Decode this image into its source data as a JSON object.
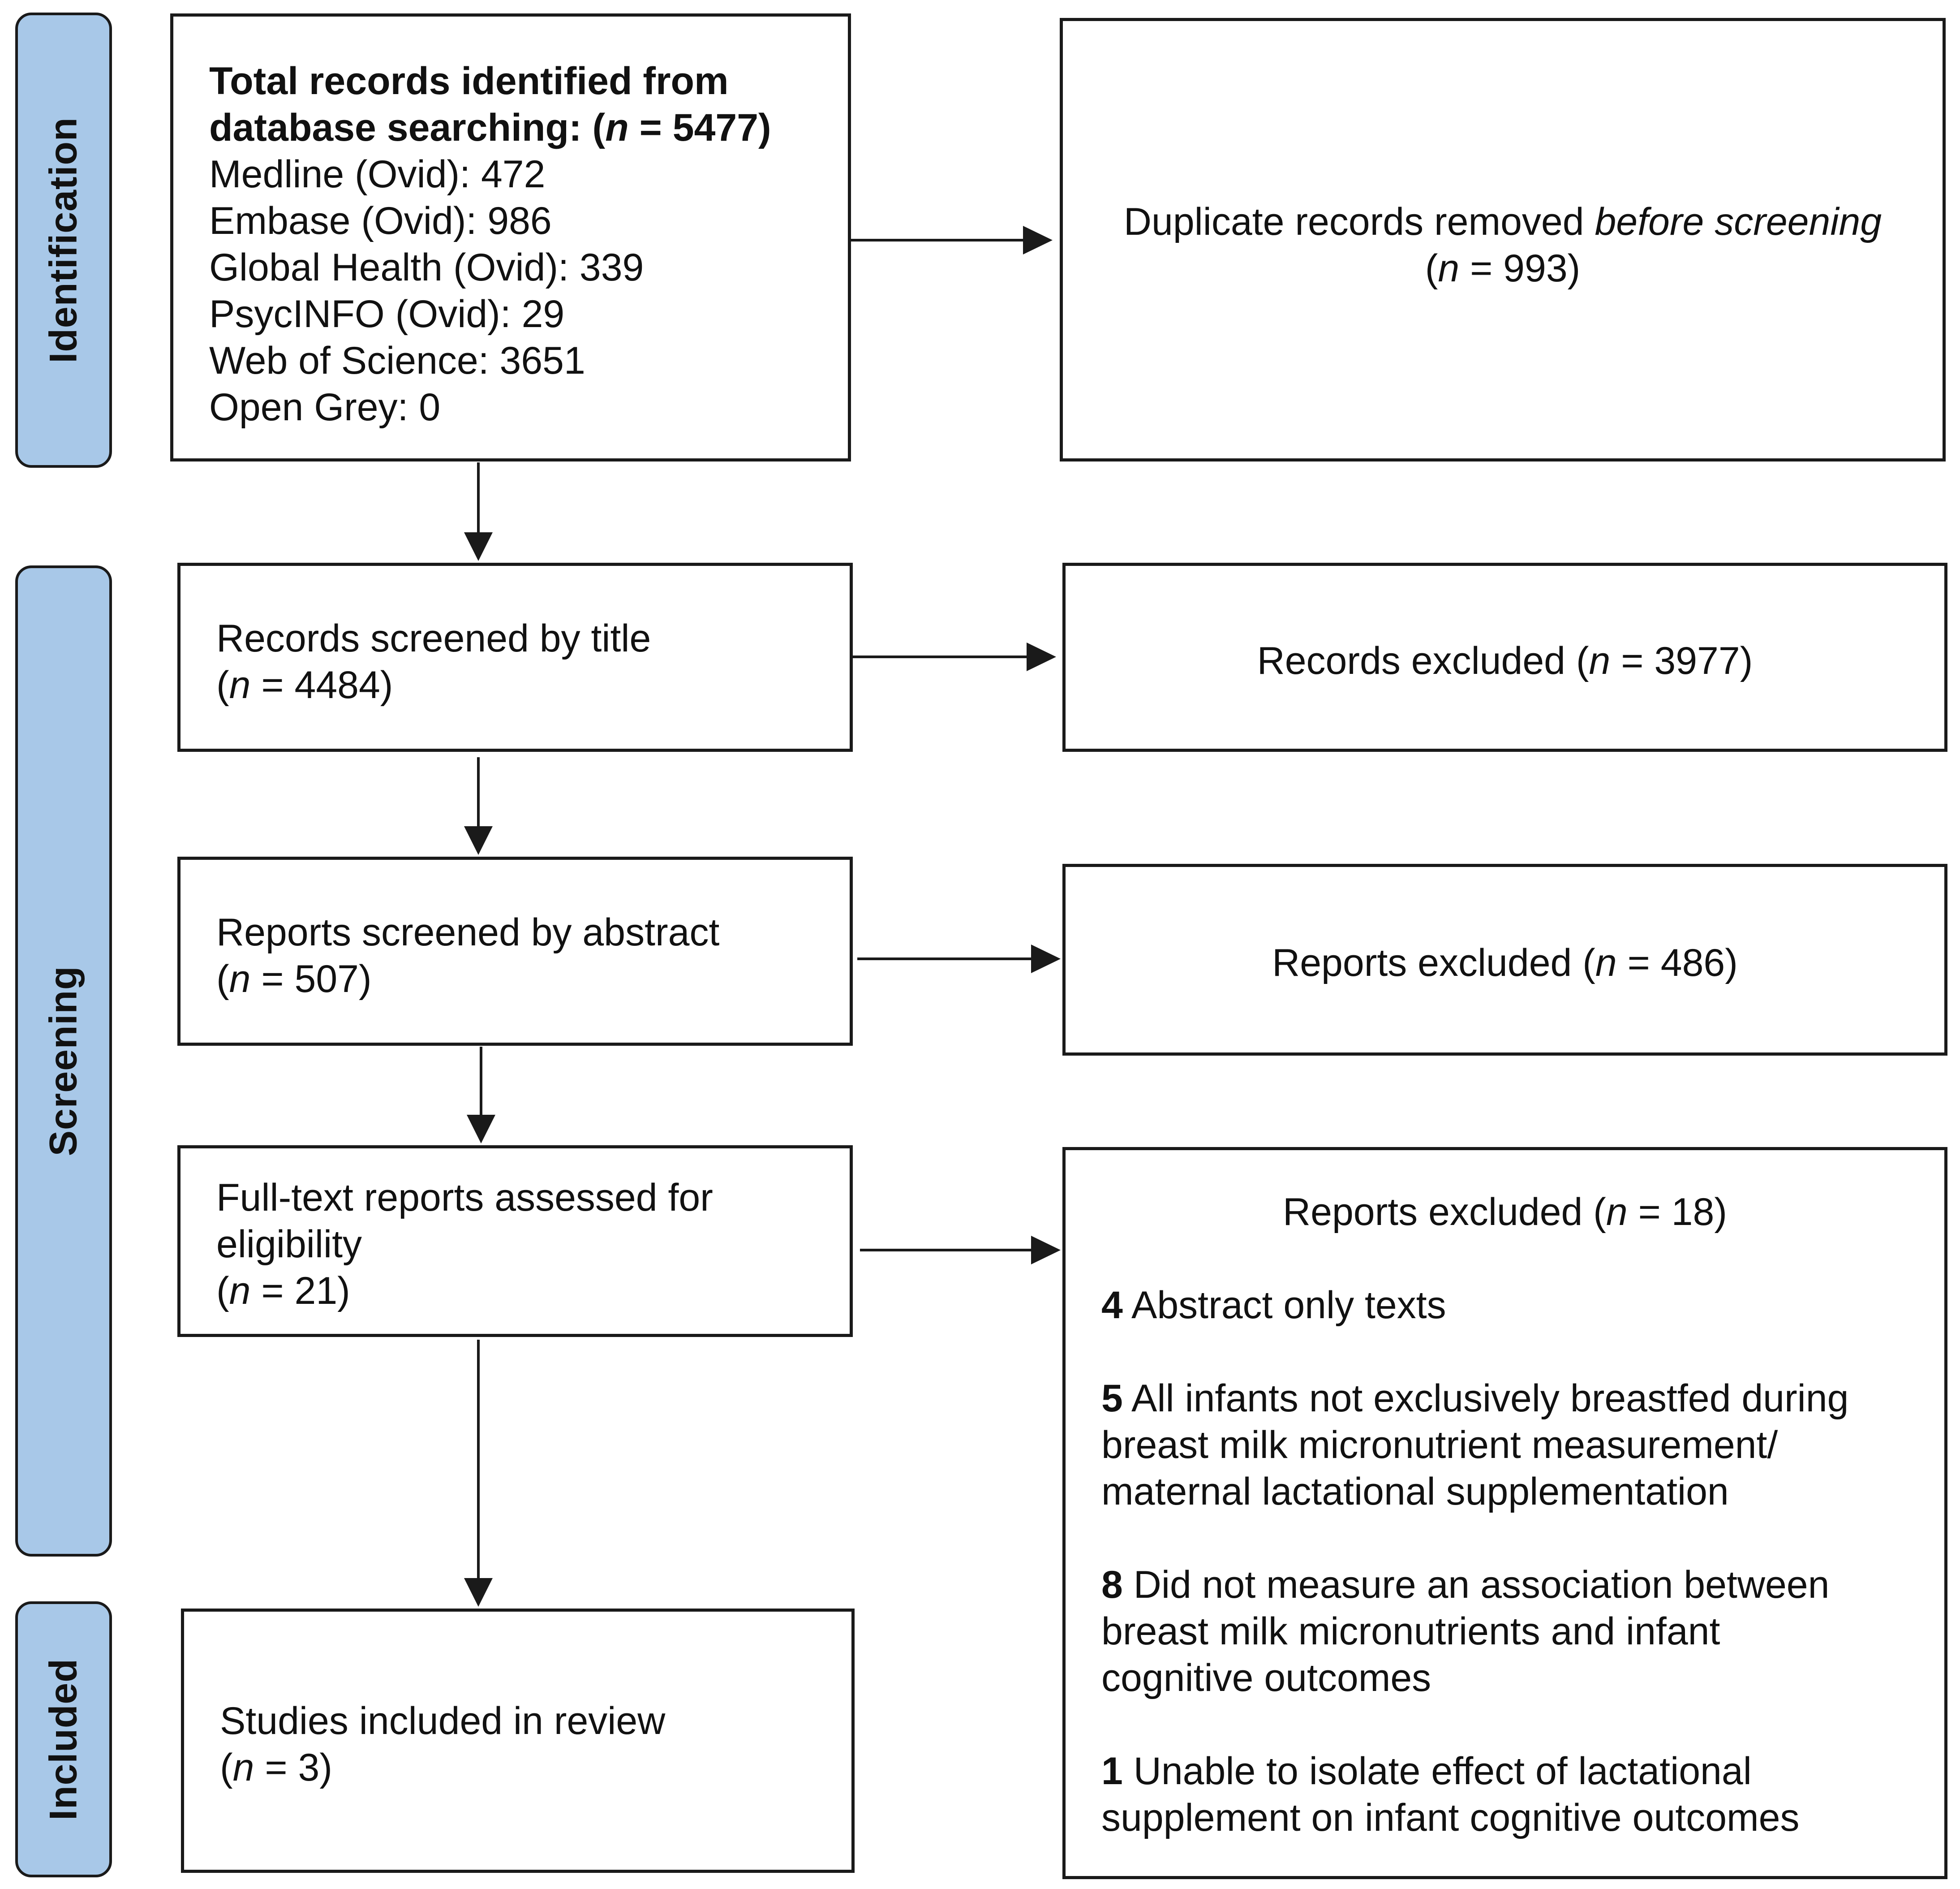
{
  "phases": {
    "identification": "Identification",
    "screening": "Screening",
    "included": "Included"
  },
  "identification_box": {
    "title_line1": "Total records identified from",
    "title_line2_a": "database searching: (",
    "title_n": "n",
    "title_line2_b": " = 5477)",
    "sources": [
      "Medline (Ovid): 472",
      "Embase (Ovid): 986",
      "Global Health (Ovid): 339",
      "PsycINFO (Ovid): 29",
      "Web of Science: 3651",
      "Open Grey: 0"
    ]
  },
  "duplicates_box": {
    "line1_a": "Duplicate records removed ",
    "line1_em": "before screening",
    "line2_a": "(",
    "line2_n": "n",
    "line2_b": " = 993)"
  },
  "title_screen_box": {
    "line1": "Records screened by title",
    "line2_a": "(",
    "line2_n": "n",
    "line2_b": " = 4484)"
  },
  "title_excluded_box": {
    "a": "Records excluded (",
    "n": "n",
    "b": " = 3977)"
  },
  "abstract_screen_box": {
    "line1": "Reports screened by abstract",
    "line2_a": "(",
    "line2_n": "n",
    "line2_b": " = 507)"
  },
  "abstract_excluded_box": {
    "a": "Reports excluded (",
    "n": "n",
    "b": " = 486)"
  },
  "fulltext_box": {
    "line1": "Full-text reports assessed for",
    "line2": "eligibility",
    "line3_a": "(",
    "line3_n": "n",
    "line3_b": " = 21)"
  },
  "fulltext_excluded_box": {
    "header_a": "Reports excluded (",
    "header_n": "n",
    "header_b": " = 18)",
    "reasons": [
      {
        "count": "4",
        "lines": [
          " Abstract only texts"
        ]
      },
      {
        "count": "5",
        "lines": [
          " All infants not exclusively breastfed during",
          "breast milk micronutrient measurement/",
          "maternal lactational supplementation"
        ]
      },
      {
        "count": "8",
        "lines": [
          " Did not measure an association between",
          "breast milk micronutrients and infant",
          "cognitive outcomes"
        ]
      },
      {
        "count": "1",
        "lines": [
          " Unable to isolate effect of lactational",
          "supplement on infant cognitive outcomes"
        ]
      }
    ]
  },
  "included_box": {
    "line1": "Studies included in review",
    "line2_a": "(",
    "line2_n": "n",
    "line2_b": " = 3)"
  },
  "colors": {
    "phase_fill": "#a8c8e8",
    "border": "#1a1a1a",
    "text": "#111111"
  }
}
